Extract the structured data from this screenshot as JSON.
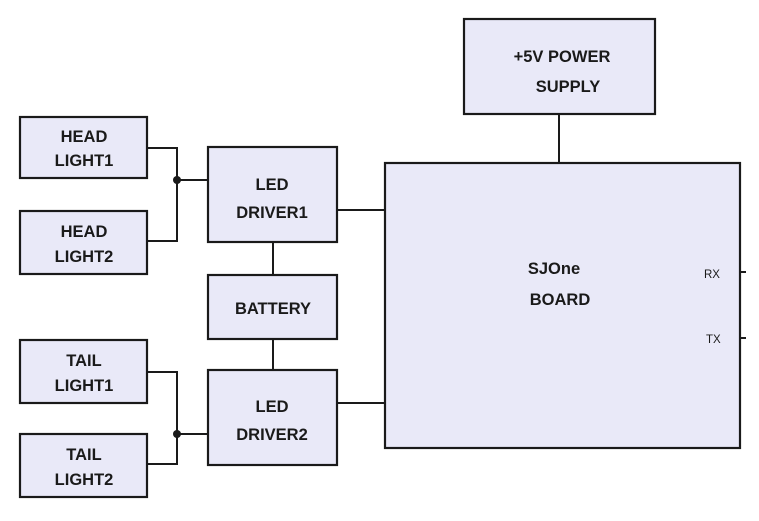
{
  "blocks": {
    "power_supply": {
      "line1": "+5V POWER",
      "line2": "SUPPLY"
    },
    "headlight1": {
      "line1": "HEAD",
      "line2": "LIGHT1"
    },
    "headlight2": {
      "line1": "HEAD",
      "line2": "LIGHT2"
    },
    "led_driver1": {
      "line1": "LED",
      "line2": "DRIVER1"
    },
    "battery": {
      "line1": "BATTERY"
    },
    "taillight1": {
      "line1": "TAIL",
      "line2": "LIGHT1"
    },
    "taillight2": {
      "line1": "TAIL",
      "line2": "LIGHT2"
    },
    "led_driver2": {
      "line1": "LED",
      "line2": "DRIVER2"
    },
    "sjone_board": {
      "line1": "SJOne",
      "line2": "BOARD"
    }
  },
  "pins": {
    "rx": "RX",
    "tx": "TX"
  },
  "colors": {
    "box_fill": "#e9e9f8",
    "stroke": "#1a1a1a"
  }
}
